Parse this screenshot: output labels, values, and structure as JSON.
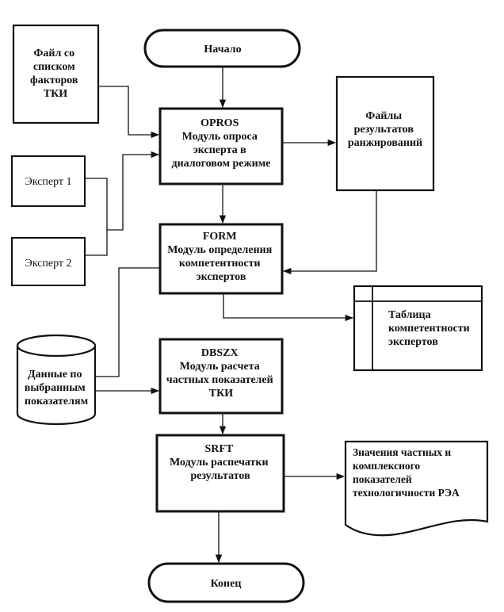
{
  "nodes": {
    "start": {
      "lines": [
        "Начало"
      ]
    },
    "factors_file": {
      "lines": [
        "Файл со",
        "списком",
        "факторов",
        "ТКИ"
      ]
    },
    "opros": {
      "lines": [
        "OPROS",
        "Модуль опроса",
        "эксперта в",
        "диалоговом режиме"
      ]
    },
    "ranking_files": {
      "lines": [
        "Файлы",
        "результатов",
        "ранжирований"
      ]
    },
    "expert1": {
      "lines": [
        "Эксперт 1"
      ]
    },
    "expert2": {
      "lines": [
        "Эксперт 2"
      ]
    },
    "form": {
      "lines": [
        "FORM",
        "Модуль определения",
        "компетентности",
        "экспертов"
      ]
    },
    "competence_table": {
      "lines": [
        "Таблица",
        "компетентности",
        "экспертов"
      ]
    },
    "indicators_data": {
      "lines": [
        "Данные по",
        "выбранным",
        "показателям"
      ]
    },
    "dbszx": {
      "lines": [
        "DBSZX",
        "Модуль расчета",
        "частных показателей",
        "ТКИ"
      ]
    },
    "srft": {
      "lines": [
        "SRFT",
        "Модуль распечатки",
        "результатов"
      ]
    },
    "values_doc": {
      "lines": [
        "Значения частных и",
        "комплексного",
        "показателей",
        "технологичности  РЭА"
      ]
    },
    "end": {
      "lines": [
        "Конец"
      ]
    }
  }
}
